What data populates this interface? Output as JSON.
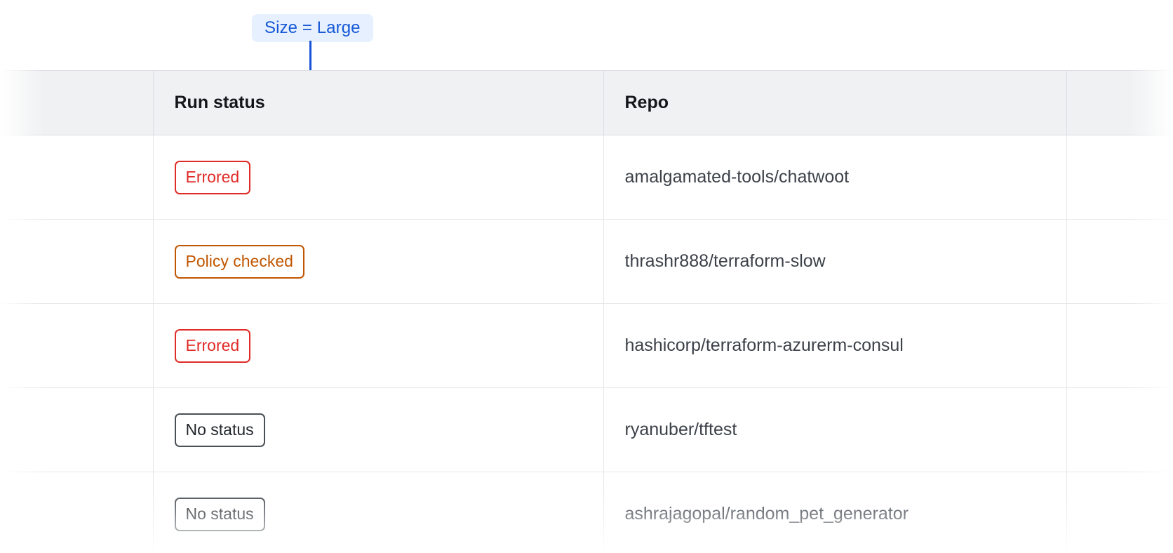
{
  "callout": {
    "label": "Size = Large",
    "pill_bg": "#e7f0fe",
    "pill_text_color": "#1558d6",
    "connector_color": "#1652d8"
  },
  "table": {
    "columns": [
      {
        "key": "select",
        "label": ""
      },
      {
        "key": "status",
        "label": "Run status"
      },
      {
        "key": "repo",
        "label": "Repo"
      },
      {
        "key": "tail",
        "label": ""
      }
    ],
    "rows": [
      {
        "status": "Errored",
        "status_variant": "errored",
        "status_color": "#e02b27",
        "repo": "amalgamated-tools/chatwoot"
      },
      {
        "status": "Policy checked",
        "status_variant": "policy",
        "status_color": "#c05600",
        "repo": "thrashr888/terraform-slow"
      },
      {
        "status": "Errored",
        "status_variant": "errored",
        "status_color": "#e02b27",
        "repo": "hashicorp/terraform-azurerm-consul"
      },
      {
        "status": "No status",
        "status_variant": "none",
        "status_color": "#4a5058",
        "repo": "ryanuber/tftest"
      },
      {
        "status": "No status",
        "status_variant": "none",
        "status_color": "#4a5058",
        "repo": "ashrajagopal/random_pet_generator"
      }
    ]
  }
}
